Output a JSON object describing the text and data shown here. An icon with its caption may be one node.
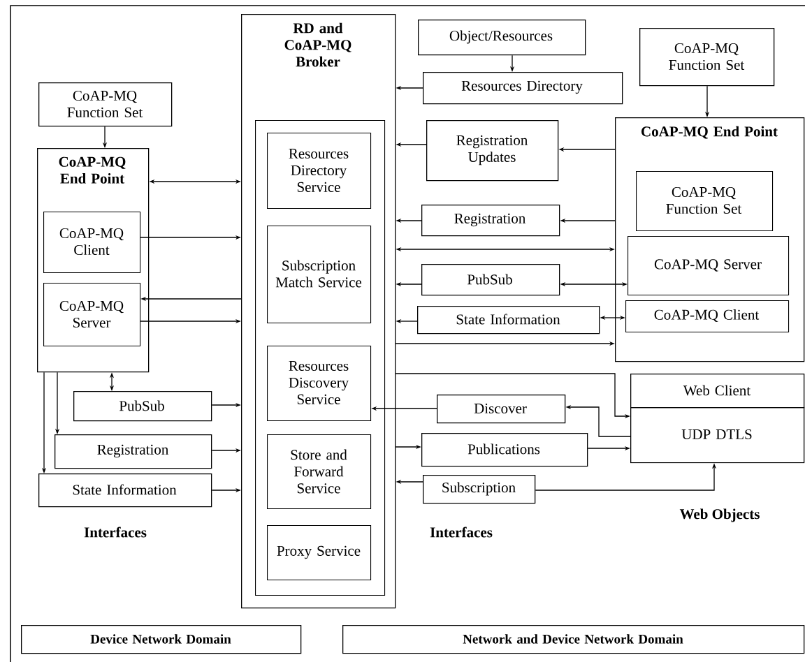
{
  "diagram": {
    "nodes": [
      {
        "text": [
          "RD and CoAP-MQ Broker"
        ]
      },
      {
        "text": [],
        "shape": "box",
        "in": 0
      },
      {
        "text": [
          "Resources Directory Service"
        ],
        "in": 1
      },
      {
        "text": [
          "Subscription Match Service"
        ],
        "in": 1
      },
      {
        "text": [
          "Resources Discovery Service"
        ],
        "in": 1
      },
      {
        "text": [
          "Store and Forward Service"
        ],
        "in": 1
      },
      {
        "text": [
          "Proxy Service"
        ],
        "in": 1
      },
      {
        "text": [
          "CoAP-MQ Function Set"
        ]
      },
      {
        "text": [
          "CoAP-MQ End Point"
        ]
      },
      {
        "text": [
          "CoAP-MQ Client"
        ],
        "in": 8
      },
      {
        "text": [
          "CoAP-MQ Server"
        ],
        "in": 8
      },
      {
        "text": [
          "PubSub"
        ]
      },
      {
        "text": [
          "Registration"
        ]
      },
      {
        "text": [
          "State Information"
        ]
      },
      {
        "text": [
          "Object/Resources"
        ]
      },
      {
        "text": [
          "Resources Directory"
        ]
      },
      {
        "text": [
          "CoAP-MQ Function Set"
        ]
      },
      {
        "text": [
          "Registration Updates"
        ]
      },
      {
        "text": [
          "CoAP-MQ End Point"
        ]
      },
      {
        "text": [
          "CoAP-MQ Function Set"
        ],
        "in": 18
      },
      {
        "text": [
          "CoAP-MQ Server"
        ],
        "in": 18
      },
      {
        "text": [
          "CoAP-MQ Client"
        ],
        "in": 18
      },
      {
        "text": [
          "Registration"
        ]
      },
      {
        "text": [
          "PubSub"
        ]
      },
      {
        "text": [
          "State Information"
        ]
      },
      {
        "text": [
          "Web Client"
        ]
      },
      {
        "text": [
          "UDP DTLS"
        ]
      },
      {
        "text": [
          "Discover"
        ]
      },
      {
        "text": [
          "Publications"
        ]
      },
      {
        "text": [
          "Subscription"
        ]
      },
      {
        "text": [
          "Device Network Domain"
        ]
      },
      {
        "text": [
          "Network and Device Network Domain"
        ]
      }
    ],
    "edges": [
      {
        "from": 7,
        "to": 8,
        "arrow": "to"
      },
      {
        "from": 8,
        "to": 0,
        "arrow": "both"
      },
      {
        "from": 9,
        "to": 0,
        "arrow": "to"
      },
      {
        "from": 0,
        "to": 10,
        "arrow": "to"
      },
      {
        "from": 10,
        "to": 0,
        "arrow": "to"
      },
      {
        "from": 8,
        "to": 11,
        "arrow": "both"
      },
      {
        "from": 8,
        "to": 12,
        "arrow": "to"
      },
      {
        "from": 8,
        "to": 13,
        "arrow": "to"
      },
      {
        "from": 11,
        "to": 0,
        "arrow": "to"
      },
      {
        "from": 12,
        "to": 0,
        "arrow": "to"
      },
      {
        "from": 13,
        "to": 0,
        "arrow": "to"
      },
      {
        "from": 14,
        "to": 15,
        "arrow": "to"
      },
      {
        "from": 15,
        "to": 0,
        "arrow": "to"
      },
      {
        "from": 16,
        "to": 18,
        "arrow": "to"
      },
      {
        "from": 17,
        "to": 0,
        "arrow": "to"
      },
      {
        "from": 18,
        "to": 17,
        "arrow": "to"
      },
      {
        "from": 22,
        "to": 0,
        "arrow": "to"
      },
      {
        "from": 18,
        "to": 22,
        "arrow": "to"
      },
      {
        "from": 0,
        "to": 18,
        "arrow": "both"
      },
      {
        "from": 23,
        "to": 0,
        "arrow": "to"
      },
      {
        "from": 23,
        "to": 20,
        "arrow": "both"
      },
      {
        "from": 24,
        "to": 0,
        "arrow": "to"
      },
      {
        "from": 24,
        "to": 21,
        "arrow": "both"
      },
      {
        "from": 0,
        "to": 18,
        "arrow": "to"
      },
      {
        "from": 0,
        "to": 26,
        "arrow": "to"
      },
      {
        "from": 27,
        "to": 4,
        "arrow": "to"
      },
      {
        "from": 26,
        "to": 27,
        "arrow": "to"
      },
      {
        "from": 0,
        "to": 28,
        "arrow": "to"
      },
      {
        "from": 28,
        "to": 26,
        "arrow": "to"
      },
      {
        "from": 29,
        "to": 0,
        "arrow": "to"
      },
      {
        "from": 29,
        "to": 26,
        "arrow": "to"
      }
    ],
    "labels": [
      "Interfaces",
      "Interfaces",
      "Web Objects"
    ]
  }
}
